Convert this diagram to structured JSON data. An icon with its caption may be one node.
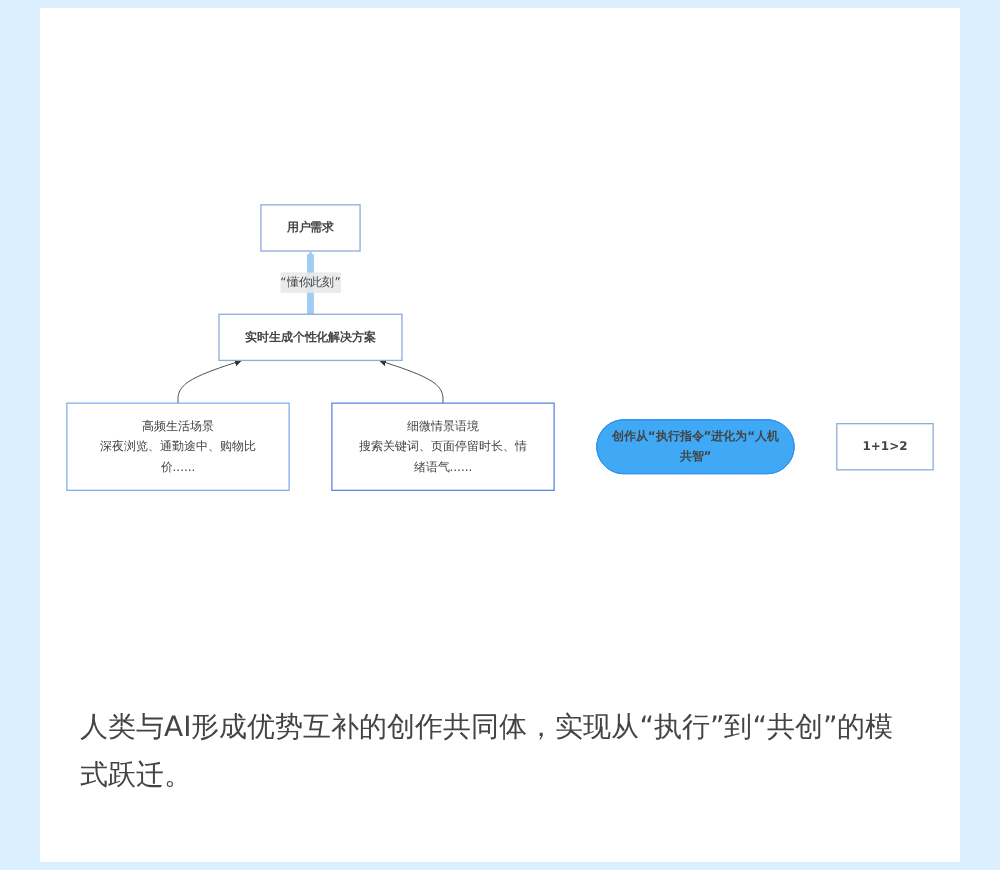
{
  "diagram": {
    "nodes": [
      {
        "text": [
          "用户需求"
        ]
      },
      {
        "text": [
          "实时生成个性化解决方案"
        ]
      },
      {
        "text": [
          "高频生活场景",
          "深夜浏览、通勤途中、购物比价......"
        ]
      },
      {
        "text": [
          "细微情景语境",
          "搜索关键词、页面停留时长、情绪语气......"
        ]
      },
      {
        "text": [
          "创作从“执行指令”进化为“人机共智”"
        ]
      },
      {
        "text": [
          "1+1>2"
        ]
      }
    ],
    "edges": [
      {
        "from": 1,
        "to": 0,
        "arrow": "to",
        "label": "“懂你此刻”",
        "style": "thick",
        "color": "#9fcdf3"
      },
      {
        "from": 2,
        "to": 1,
        "arrow": "to"
      },
      {
        "from": 3,
        "to": 1,
        "arrow": "to"
      }
    ],
    "labels": [
      "人类与AI形成优势互补的创作共同体，实现从“执行”到“共创”的模式跃迁。"
    ]
  }
}
